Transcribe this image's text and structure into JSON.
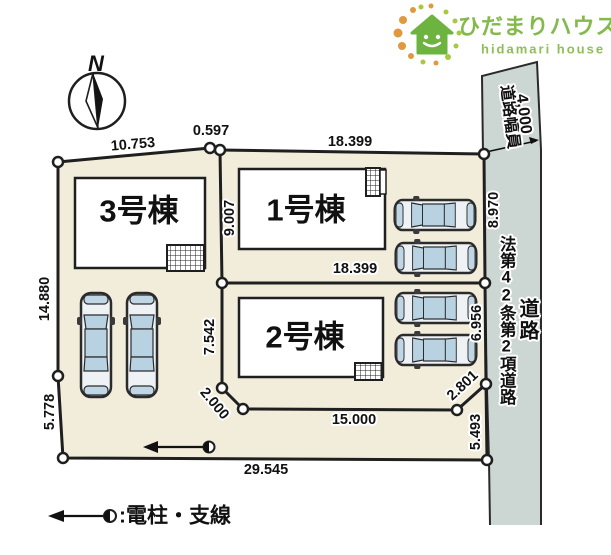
{
  "logo": {
    "title": "ひだまりハウス",
    "subtitle": "hidamari house"
  },
  "compass": {
    "north": "N"
  },
  "buildings": {
    "b1": "1号棟",
    "b2": "2号棟",
    "b3": "3号棟"
  },
  "road": {
    "width_caption": "道路幅員",
    "width_value": "4,000",
    "law_text": "法第42条第2項道路",
    "name": "道路"
  },
  "dims": {
    "top_edge_west": "10.753",
    "top_edge_notch": "0.597",
    "lot1_top": "18.399",
    "lot1_left": "9.007",
    "lot1_bottom": "18.399",
    "west_boundary_upper": "14.880",
    "lot2_left": "7.542",
    "lot2_corner_sw": "2.000",
    "lot2_bottom": "15.000",
    "lot2_corner_se": "2.801",
    "east_boundary_upper": "8.970",
    "east_boundary_mid": "6.956",
    "east_boundary_lower": "5.493",
    "west_boundary_lower": "5.778",
    "south_boundary": "29.545"
  },
  "legend": {
    "pole_label": ":電柱・支線"
  },
  "icons": {
    "logo": "house-smile-icon",
    "compass": "north-compass-icon",
    "utility_pole": "pole-guywire-icon"
  },
  "colors": {
    "site_fill": "#f2ecdb",
    "road_fill": "#ccd6d3",
    "brand_green": "#84b94c",
    "brand_green_light": "#8fbe59",
    "dot_orange": "#e09a3d",
    "dot_green": "#a9c83d",
    "car_blue": "#b9d2e2",
    "line_black": "#1f1f1f"
  }
}
